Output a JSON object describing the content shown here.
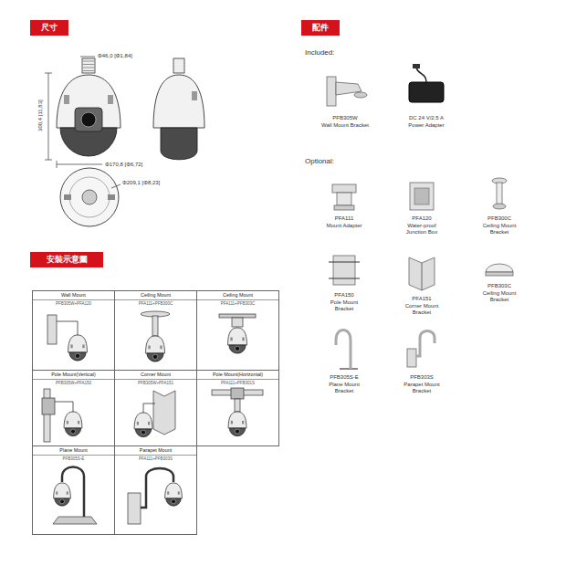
{
  "diagram": {
    "nodes": [
      {
        "text": [
          "尺寸"
        ]
      },
      {
        "text": [
          "配件"
        ]
      },
      {
        "text": [
          "安裝示意圖"
        ]
      },
      {
        "text": [
          "Wall Mount",
          "PFB305W+PFA120"
        ]
      },
      {
        "text": [
          "Ceiling Mount",
          "PFA111+PFB300C"
        ]
      },
      {
        "text": [
          "Ceiling Mount",
          "PFA111+PFB303C"
        ]
      },
      {
        "text": [
          "Pole Mount(Vertical)",
          "PFB305W+PFA150"
        ]
      },
      {
        "text": [
          "Corner Mount",
          "PFB305W+PFA151"
        ]
      },
      {
        "text": [
          "Pole Mount(Horizontal)",
          "PFA111+PFB301S"
        ]
      },
      {
        "text": [
          "Plane Mount",
          "PFB305S-E"
        ]
      },
      {
        "text": [
          "Parapet Mount",
          "PFA111+PFB303S"
        ]
      }
    ],
    "labels": [
      "Φ46,0 [Φ1,84]",
      "300,4 [11,83]",
      "Φ170,8 [Φ6,72]",
      "Φ209,1 [Φ8,23]",
      "Included:",
      "PFB305W",
      "Wall Mount Bracket",
      "DC 24 V/2.5 A",
      "Power Adapter",
      "Optional:",
      "PFA111",
      "Mount Adapter",
      "PFA120",
      "Water-proof Junction Box",
      "PFB300C",
      "Ceiling Mount Bracket",
      "PFA150",
      "Pole Mount Bracket",
      "PFA151",
      "Corner Mount Bracket",
      "PFB303C",
      "Ceiling Mount Bracket",
      "PFB305S-E",
      "Plane Mount Bracket",
      "PFB303S",
      "Parapet Mount Bracket"
    ]
  }
}
